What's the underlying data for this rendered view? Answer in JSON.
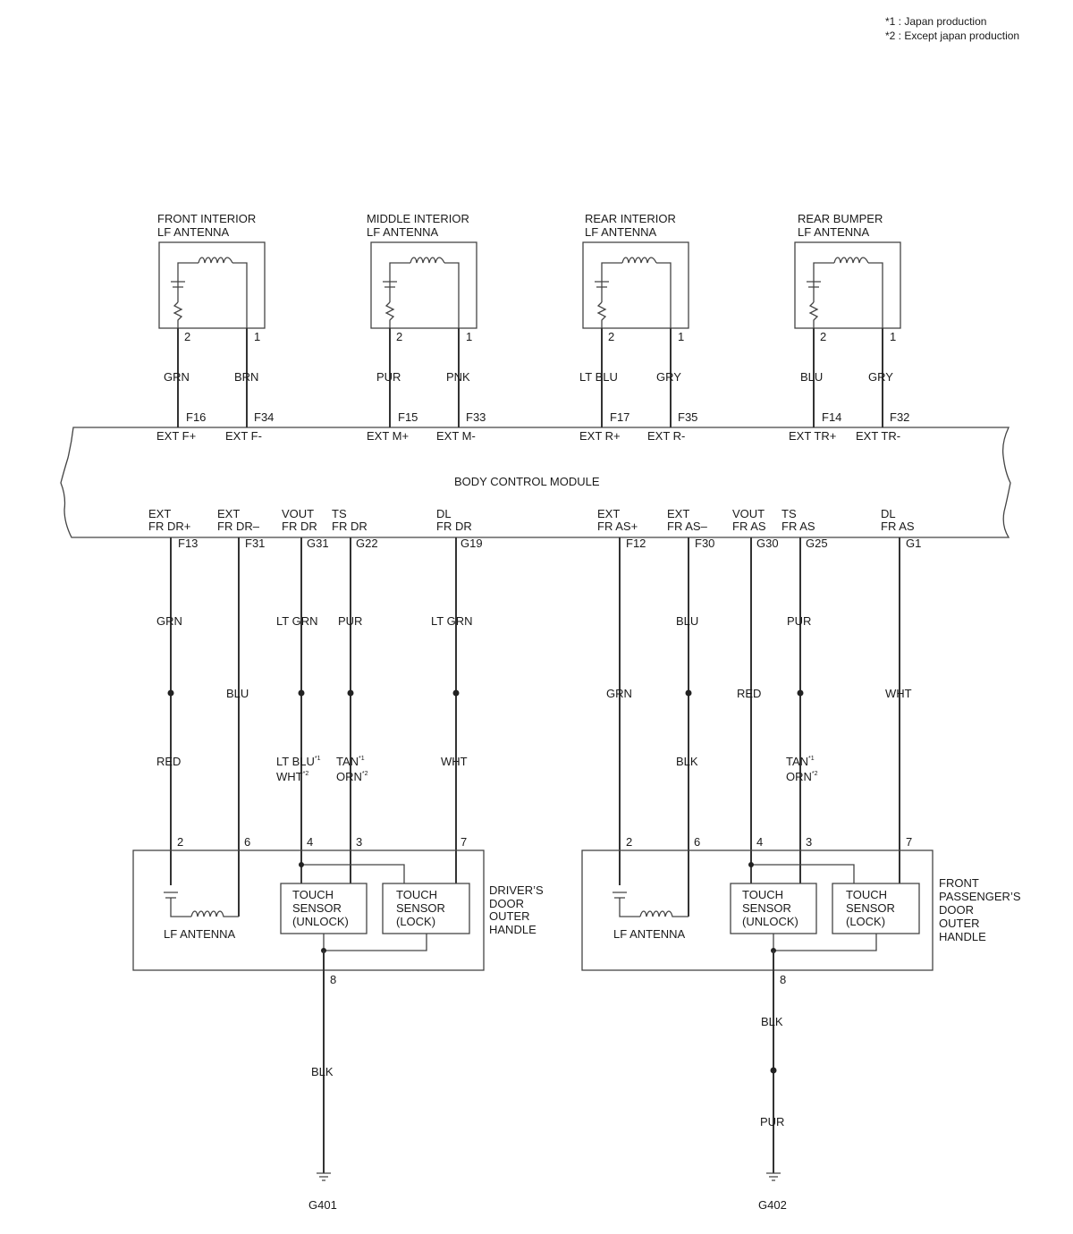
{
  "notes": [
    "*1 : Japan production",
    "*2 : Except japan production"
  ],
  "bcm": {
    "title": "BODY CONTROL MODULE"
  },
  "antennas": [
    {
      "title1": "FRONT INTERIOR",
      "title2": "LF ANTENNA",
      "pin_left": "2",
      "pin_right": "1",
      "wire_left": "GRN",
      "wire_right": "BRN",
      "conn_left": "F16",
      "conn_right": "F34",
      "term_left": "EXT F+",
      "term_right": "EXT F-"
    },
    {
      "title1": "MIDDLE INTERIOR",
      "title2": "LF ANTENNA",
      "pin_left": "2",
      "pin_right": "1",
      "wire_left": "PUR",
      "wire_right": "PNK",
      "conn_left": "F15",
      "conn_right": "F33",
      "term_left": "EXT M+",
      "term_right": "EXT M-"
    },
    {
      "title1": "REAR INTERIOR",
      "title2": "LF ANTENNA",
      "pin_left": "2",
      "pin_right": "1",
      "wire_left": "LT BLU",
      "wire_right": "GRY",
      "conn_left": "F17",
      "conn_right": "F35",
      "term_left": "EXT R+",
      "term_right": "EXT R-"
    },
    {
      "title1": "REAR BUMPER",
      "title2": "LF ANTENNA",
      "pin_left": "2",
      "pin_right": "1",
      "wire_left": "BLU",
      "wire_right": "GRY",
      "conn_left": "F14",
      "conn_right": "F32",
      "term_left": "EXT TR+",
      "term_right": "EXT TR-"
    }
  ],
  "driver": {
    "terms": [
      {
        "l1": "EXT",
        "l2": "FR DR+",
        "conn": "F13"
      },
      {
        "l1": "EXT",
        "l2": "FR DR–",
        "conn": "F31"
      },
      {
        "l1": "VOUT",
        "l2": "FR DR",
        "conn": "G31"
      },
      {
        "l1": "TS",
        "l2": "FR DR",
        "conn": "G22"
      },
      {
        "l1": "DL",
        "l2": "FR DR",
        "conn": "G19"
      }
    ],
    "wire_upper": [
      "GRN",
      "LT GRN",
      "PUR",
      "LT GRN"
    ],
    "wire_mid": "BLU",
    "wire_lower": [
      "RED",
      "WHT"
    ],
    "lt_blu": "LT BLU",
    "wht": "WHT",
    "tan": "TAN",
    "orn": "ORN",
    "sup1": "*1",
    "sup2": "*2",
    "pins": [
      "2",
      "6",
      "4",
      "3",
      "7"
    ],
    "antenna_label": "LF ANTENNA",
    "sensor_unlock": [
      "TOUCH",
      "SENSOR",
      "(UNLOCK)"
    ],
    "sensor_lock": [
      "TOUCH",
      "SENSOR",
      "(LOCK)"
    ],
    "handle_title": [
      "DRIVER’S",
      "DOOR",
      "OUTER",
      "HANDLE"
    ],
    "ground_pin": "8",
    "ground_wire": "BLK",
    "ground": "G401"
  },
  "passenger": {
    "terms": [
      {
        "l1": "EXT",
        "l2": "FR AS+",
        "conn": "F12"
      },
      {
        "l1": "EXT",
        "l2": "FR AS–",
        "conn": "F30"
      },
      {
        "l1": "VOUT",
        "l2": "FR AS",
        "conn": "G30"
      },
      {
        "l1": "TS",
        "l2": "FR AS",
        "conn": "G25"
      },
      {
        "l1": "DL",
        "l2": "FR AS",
        "conn": "G1"
      }
    ],
    "wire_blu": "BLU",
    "wire_pur": "PUR",
    "wire_grn": "GRN",
    "wire_red": "RED",
    "wire_wht": "WHT",
    "wire_blk": "BLK",
    "tan": "TAN",
    "orn": "ORN",
    "sup1": "*1",
    "sup2": "*2",
    "pins": [
      "2",
      "6",
      "4",
      "3",
      "7"
    ],
    "antenna_label": "LF ANTENNA",
    "sensor_unlock": [
      "TOUCH",
      "SENSOR",
      "(UNLOCK)"
    ],
    "sensor_lock": [
      "TOUCH",
      "SENSOR",
      "(LOCK)"
    ],
    "handle_title": [
      "FRONT",
      "PASSENGER’S",
      "DOOR",
      "OUTER",
      "HANDLE"
    ],
    "ground_pin": "8",
    "ground_wire_upper": "BLK",
    "ground_wire_lower": "PUR",
    "ground": "G402"
  }
}
